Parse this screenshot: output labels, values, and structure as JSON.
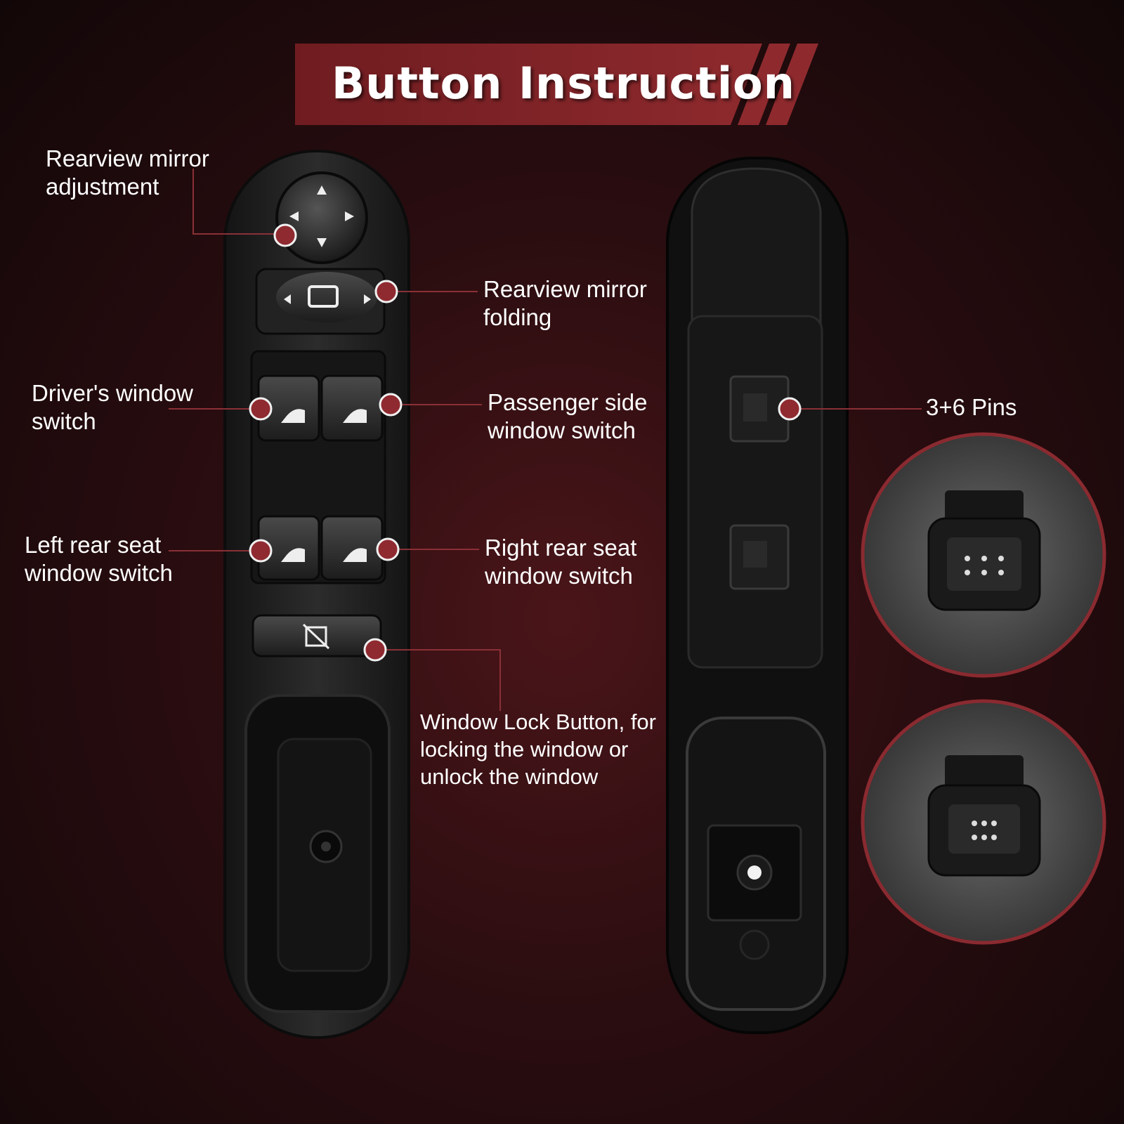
{
  "header": {
    "title": "Button Instruction"
  },
  "callouts": {
    "mirror_adjust": "Rearview mirror\nadjustment",
    "mirror_fold": "Rearview mirror\nfolding",
    "driver_window": "Driver's window\nswitch",
    "passenger_window": "Passenger side\nwindow switch",
    "left_rear": "Left rear seat\nwindow switch",
    "right_rear": "Right rear seat\nwindow switch",
    "window_lock": "Window Lock Button, for\nlocking the window or\nunlock the window",
    "pins": "3+6 Pins"
  },
  "colors": {
    "accent": "#8a2228",
    "dot": "#8f2a30",
    "panel": "#1e1e1e",
    "line": "#8a3036"
  }
}
